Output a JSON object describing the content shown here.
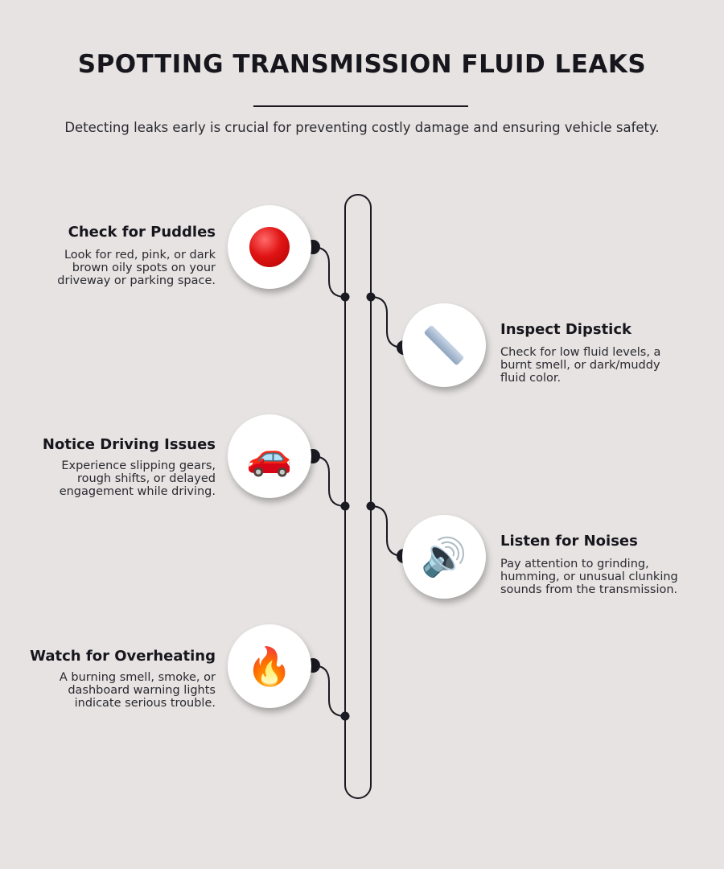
{
  "header": {
    "title": "SPOTTING TRANSMISSION FLUID LEAKS",
    "subtitle": "Detecting leaks early is crucial for preventing costly damage and ensuring vehicle safety."
  },
  "steps": [
    {
      "side": "left",
      "icon": "puddle-icon",
      "glyph": "",
      "title": "Check for Puddles",
      "description": "Look for red, pink, or dark brown oily spots on your driveway or parking space."
    },
    {
      "side": "right",
      "icon": "dipstick-icon",
      "glyph": "",
      "title": "Inspect Dipstick",
      "description": "Check for low fluid levels, a burnt smell, or dark/muddy fluid color."
    },
    {
      "side": "left",
      "icon": "car-icon",
      "glyph": "🚗",
      "title": "Notice Driving Issues",
      "description": "Experience slipping gears, rough shifts, or delayed engagement while driving."
    },
    {
      "side": "right",
      "icon": "speaker-icon",
      "glyph": "🔊",
      "title": "Listen for Noises",
      "description": "Pay attention to grinding, humming, or unusual clunking sounds from the transmission."
    },
    {
      "side": "left",
      "icon": "fire-icon",
      "glyph": "🔥",
      "title": "Watch for Overheating",
      "description": "A burning smell, smoke, or dashboard warning lights indicate serious trouble."
    }
  ],
  "colors": {
    "background": "#e6e3e2",
    "line": "#1b1a22",
    "puddle": "#e01414"
  }
}
